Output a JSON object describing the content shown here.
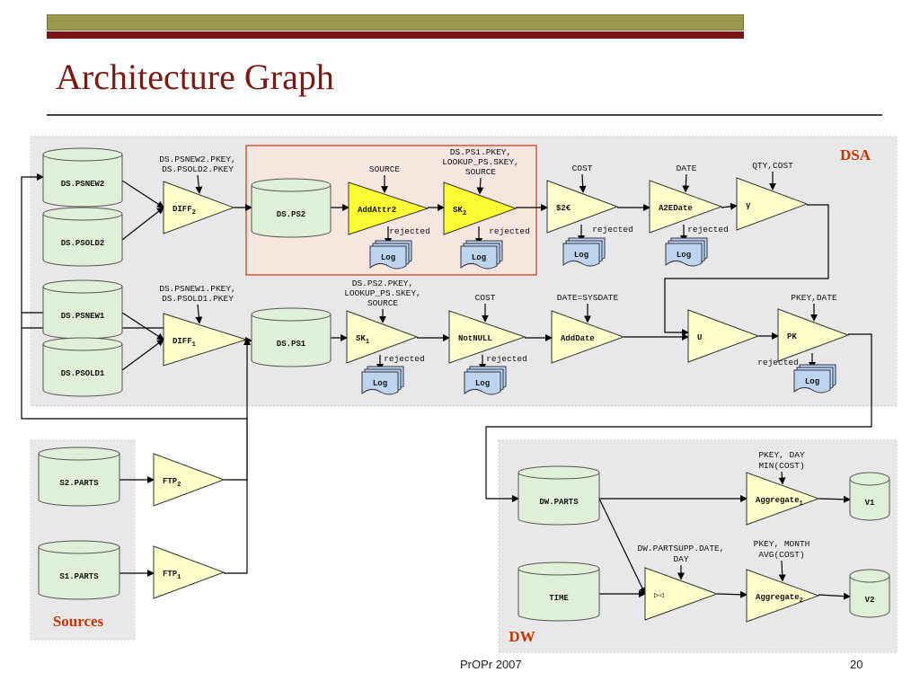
{
  "slide": {
    "title": "Architecture Graph",
    "footer_center": "PrOPr 2007",
    "page_number": "20"
  },
  "colors": {
    "topbar": "#99994d",
    "topbar_red": "#7a1419",
    "title": "#7a1a12",
    "panel_bg": "#e8e8e8",
    "cylinder": "#e0f0d8",
    "triangle": "#ffffcc",
    "triangle_highlight": "#ffff33",
    "log": "#bcd4ee",
    "highlight_box": "#f5e6df",
    "panel_label": "#cc3300"
  },
  "panels": {
    "dsa": "DSA",
    "sources": "Sources",
    "dw": "DW"
  },
  "cylinders": {
    "ds_psnew2": "DS.PSNEW2",
    "ds_psold2": "DS.PSOLD2",
    "ds_psnew1": "DS.PSNEW1",
    "ds_psold1": "DS.PSOLD1",
    "ds_ps2": "DS.PS2",
    "ds_ps1": "DS.PS1",
    "s2_parts": "S2.PARTS",
    "s1_parts": "S1.PARTS",
    "dw_parts": "DW.PARTS",
    "time": "TIME",
    "v1": "V1",
    "v2": "V2"
  },
  "operators": {
    "diff2": {
      "name": "DIFF",
      "sub": "2"
    },
    "diff1": {
      "name": "DIFF",
      "sub": "1"
    },
    "addattr2": {
      "name": "AddAttr2"
    },
    "sk2": {
      "name": "SK",
      "sub": "2"
    },
    "s2e": {
      "name": "$2€"
    },
    "a2edate": {
      "name": "A2EDate"
    },
    "gamma": {
      "name": "γ"
    },
    "sk1": {
      "name": "SK",
      "sub": "1"
    },
    "notnull": {
      "name": "NotNULL"
    },
    "adddate": {
      "name": "AddDate"
    },
    "union": {
      "name": "U"
    },
    "pk": {
      "name": "PK"
    },
    "ftp2": {
      "name": "FTP",
      "sub": "2"
    },
    "ftp1": {
      "name": "FTP",
      "sub": "1"
    },
    "join": {
      "name": "▷◁"
    },
    "aggregate1": {
      "name": "Aggregate",
      "sub": "1"
    },
    "aggregate2": {
      "name": "Aggregate",
      "sub": "2"
    }
  },
  "params": {
    "diff2": [
      "DS.PSNEW2.PKEY,",
      "DS.PSOLD2.PKEY"
    ],
    "addattr2": [
      "SOURCE"
    ],
    "sk2": [
      "DS.PS1.PKEY,",
      "LOOKUP_PS.SKEY,",
      "SOURCE"
    ],
    "s2e": [
      "COST"
    ],
    "a2edate": [
      "DATE"
    ],
    "gamma": [
      "QTY,COST"
    ],
    "diff1": [
      "DS.PSNEW1.PKEY,",
      "DS.PSOLD1.PKEY"
    ],
    "sk1": [
      "DS.PS2.PKEY,",
      "LOOKUP_PS.SKEY,",
      "SOURCE"
    ],
    "notnull": [
      "COST"
    ],
    "adddate": [
      "DATE=SYSDATE"
    ],
    "pk": [
      "PKEY,DATE"
    ],
    "aggregate1": [
      "PKEY, DAY",
      "MIN(COST)"
    ],
    "join": [
      "DW.PARTSUPP.DATE,",
      "DAY"
    ],
    "aggregate2": [
      "PKEY, MONTH",
      "AVG(COST)"
    ]
  },
  "rejected_label": "rejected",
  "log_label": "Log"
}
